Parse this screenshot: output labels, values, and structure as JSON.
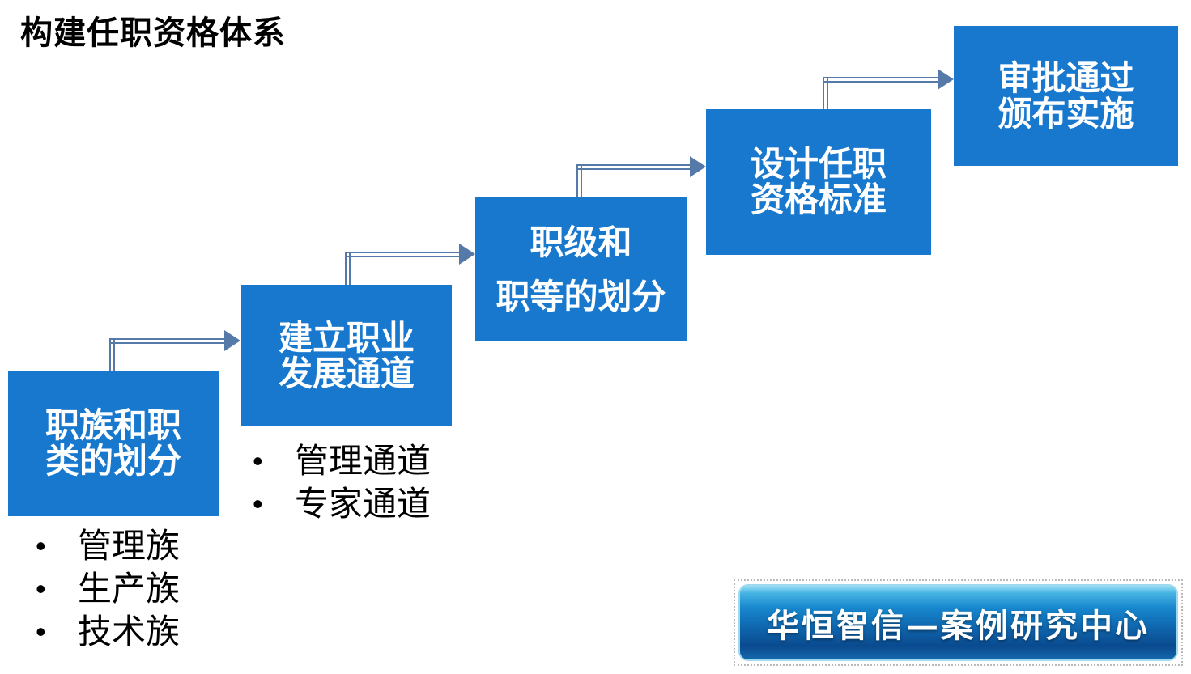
{
  "title": "构建任职资格体系",
  "steps": [
    {
      "label": "职族和职\n类的划分"
    },
    {
      "label": "建立职业\n发展通道"
    },
    {
      "label": "职级和\n职等的划分"
    },
    {
      "label": "设计任职\n资格标准"
    },
    {
      "label": "审批通过\n颁布实施"
    }
  ],
  "lists": {
    "job_families": {
      "items": [
        "管理族",
        "生产族",
        "技术族"
      ]
    },
    "channels": {
      "items": [
        "管理通道",
        "专家通道"
      ]
    }
  },
  "footer_banner": {
    "text": "华恒智信—案例研究中心"
  },
  "colors": {
    "box_blue": "#1878CE",
    "connector": "#5579A8",
    "banner_top": "#9ADFF5",
    "banner_mid": "#1787CD",
    "banner_deep": "#0A4A8E",
    "banner_rim": "#9FD9EF"
  }
}
